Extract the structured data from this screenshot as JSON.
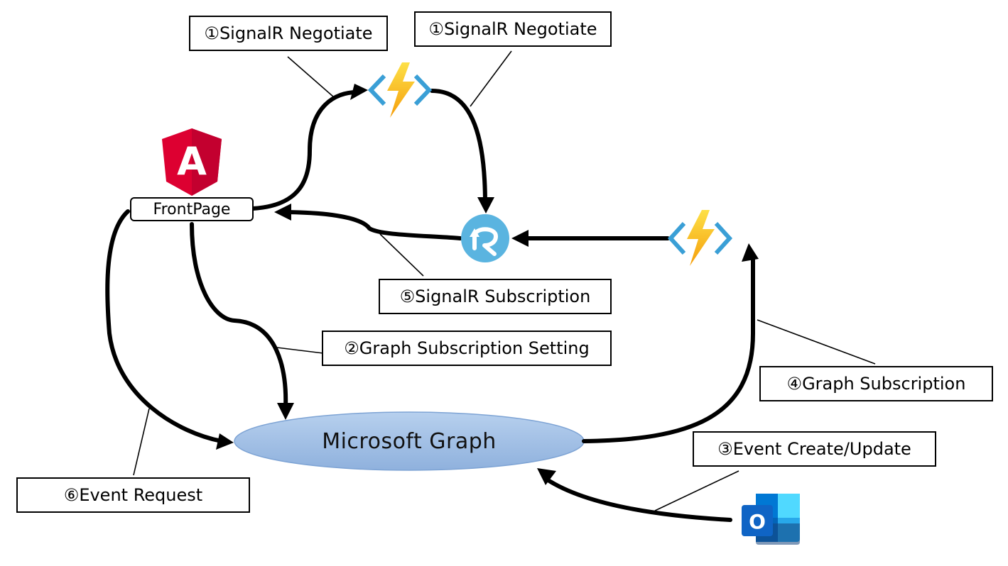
{
  "labels": {
    "negotiate_left": "①SignalR Negotiate",
    "negotiate_right": "①SignalR Negotiate",
    "signalr_subscription": "⑤SignalR Subscription",
    "graph_subscription_setting": "②Graph Subscription Setting",
    "graph_subscription": "④Graph Subscription",
    "event_create_update": "③Event Create/Update",
    "event_request": "⑥Event Request"
  },
  "nodes": {
    "frontpage": "FrontPage",
    "microsoft_graph": "Microsoft Graph",
    "angular_letter": "A",
    "outlook_letter": "O"
  },
  "colors": {
    "angular": "#dd0031",
    "lightning": "#fbbf24",
    "brackets": "#3a9fd6",
    "signalr": "#5ab4e0",
    "graph_fill": "#a6c4e6",
    "outlook": "#0f64c5"
  },
  "icons": [
    "angular-icon",
    "azure-function-icon",
    "signalr-icon",
    "outlook-icon"
  ]
}
